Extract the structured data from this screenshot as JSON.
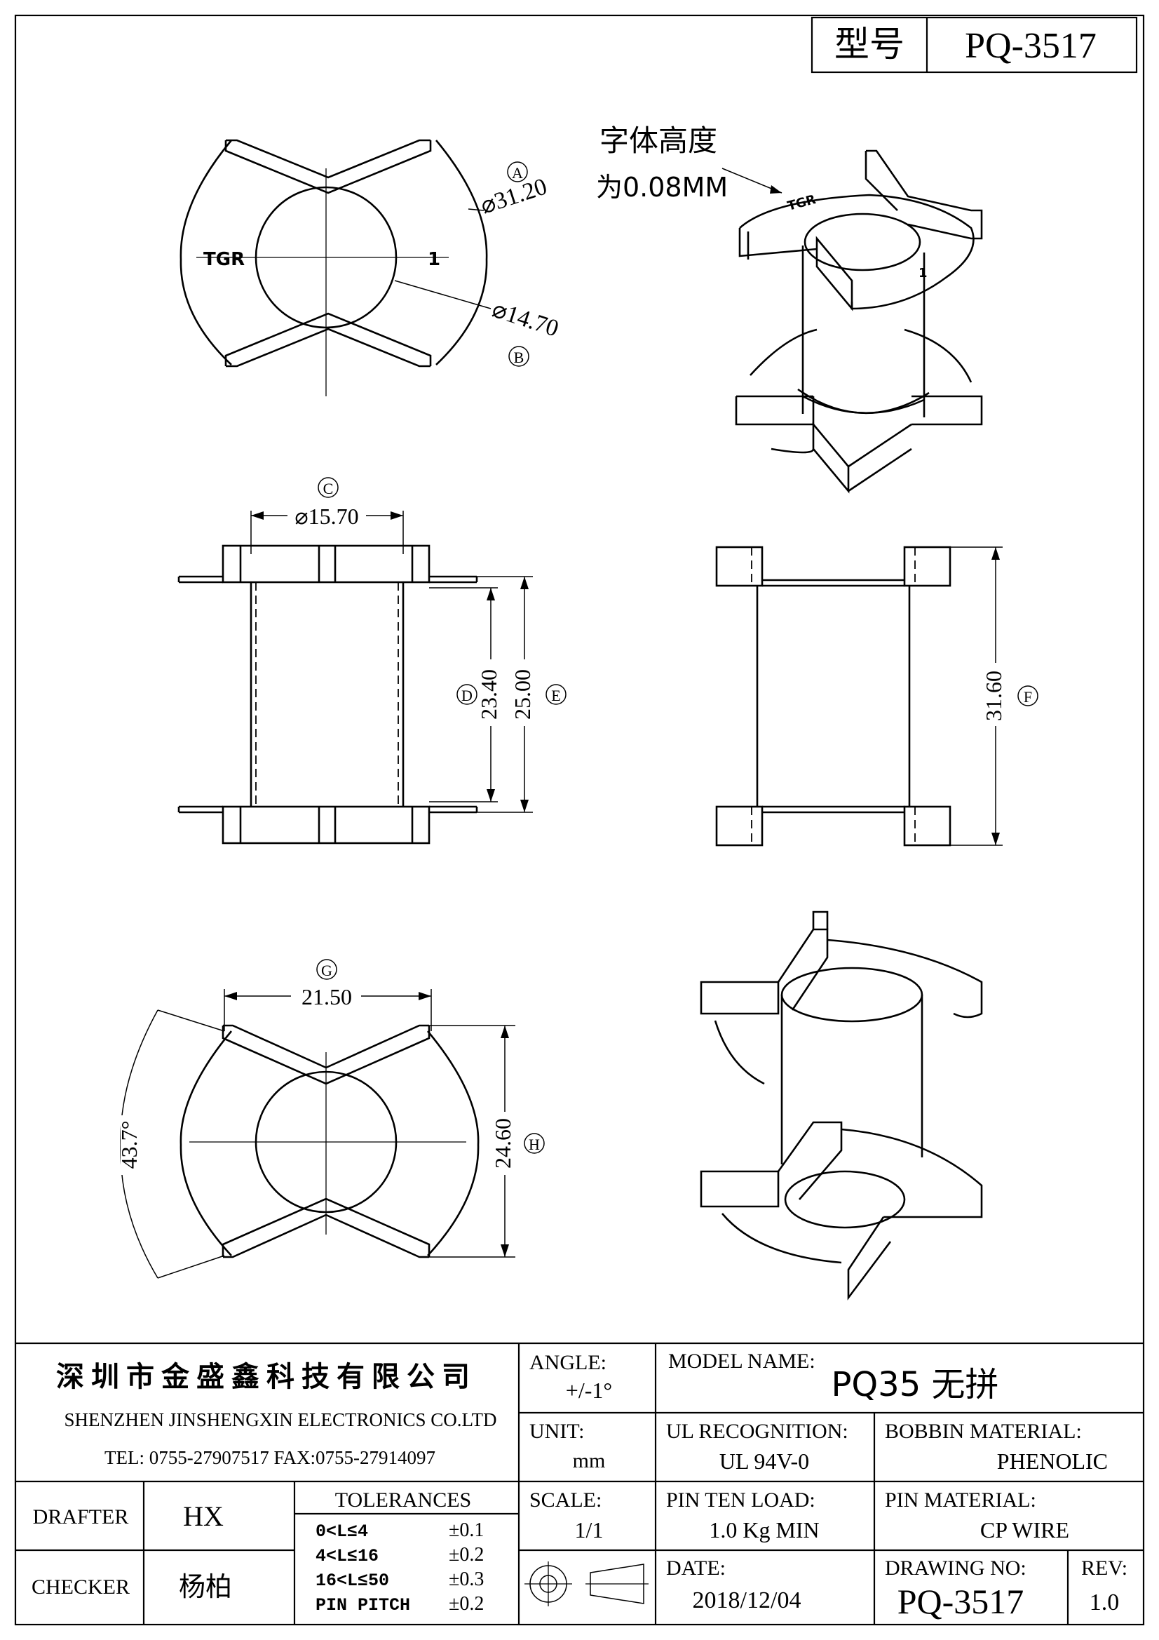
{
  "header": {
    "type_label": "型号",
    "type_value": "PQ-3517"
  },
  "top_view": {
    "callout_a": "A",
    "dim_a": "⌀31.20",
    "callout_b": "B",
    "dim_b": "⌀14.70",
    "mark_left": "TGR",
    "mark_right": "1"
  },
  "iso_top": {
    "note_line1": "字体高度",
    "note_line2": "为0.08MM",
    "mark_text": "TGR",
    "mark_pin": "1"
  },
  "front_view": {
    "callout_c": "C",
    "dim_c": "⌀15.70",
    "callout_d": "D",
    "dim_d": "23.40",
    "callout_e": "E",
    "dim_e": "25.00"
  },
  "side_view": {
    "callout_f": "F",
    "dim_f": "31.60"
  },
  "bottom_view": {
    "callout_g": "G",
    "dim_g": "21.50",
    "dim_angle": "43.7°",
    "callout_h": "H",
    "dim_h": "24.60"
  },
  "title_block": {
    "company_cn": "深圳市金盛鑫科技有限公司",
    "company_en": "SHENZHEN JINSHENGXIN ELECTRONICS CO.LTD",
    "contact": "TEL: 0755-27907517 FAX:0755-27914097",
    "angle_label": "ANGLE:",
    "angle_value": "+/-1°",
    "model_label": "MODEL NAME:",
    "model_value": "PQ35 无拼",
    "unit_label": "UNIT:",
    "unit_value": "mm",
    "ul_label": "UL RECOGNITION:",
    "ul_value": "UL 94V-0",
    "bobbin_label": "BOBBIN MATERIAL:",
    "bobbin_value": "PHENOLIC",
    "drafter_label": "DRAFTER",
    "drafter_value": "HX",
    "checker_label": "CHECKER",
    "checker_value": "杨柏",
    "tolerances_title": "TOLERANCES",
    "tolerances": [
      {
        "range": "0<L≤4",
        "value": "±0.1"
      },
      {
        "range": "4<L≤16",
        "value": "±0.2"
      },
      {
        "range": "16<L≤50",
        "value": "±0.3"
      },
      {
        "range": "PIN PITCH",
        "value": "±0.2"
      }
    ],
    "scale_label": "SCALE:",
    "scale_value": "1/1",
    "pin_load_label": "PIN TEN LOAD:",
    "pin_load_value": "1.0 Kg MIN",
    "pin_material_label": "PIN MATERIAL:",
    "pin_material_value": "CP WIRE",
    "date_label": "DATE:",
    "date_value": "2018/12/04",
    "drawing_no_label": "DRAWING NO:",
    "drawing_no_value": "PQ-3517",
    "rev_label": "REV:",
    "rev_value": "1.0"
  }
}
